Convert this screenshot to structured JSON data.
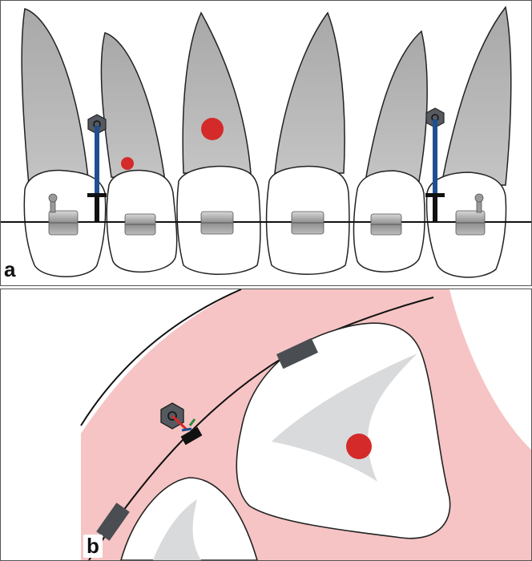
{
  "figure": {
    "panels": [
      {
        "id": "a",
        "label": "a"
      },
      {
        "id": "b",
        "label": "b"
      }
    ]
  },
  "colors": {
    "tooth_root": "#b8b8b8",
    "tooth_crown": "#ffffff",
    "outline": "#222222",
    "marker_red": "#d42a2a",
    "miniscrew_rod": "#1f4f8f",
    "screw_head": "#555a60",
    "archwire": "#111111",
    "gingiva": "#f6c4c4",
    "bracket_dark": "#4a4d52",
    "bracket_metal": "#9a9a9a"
  },
  "icons": [
    "miniscrew-head-icon",
    "bracket-icon",
    "buccal-tube-icon",
    "center-of-resistance-marker"
  ]
}
